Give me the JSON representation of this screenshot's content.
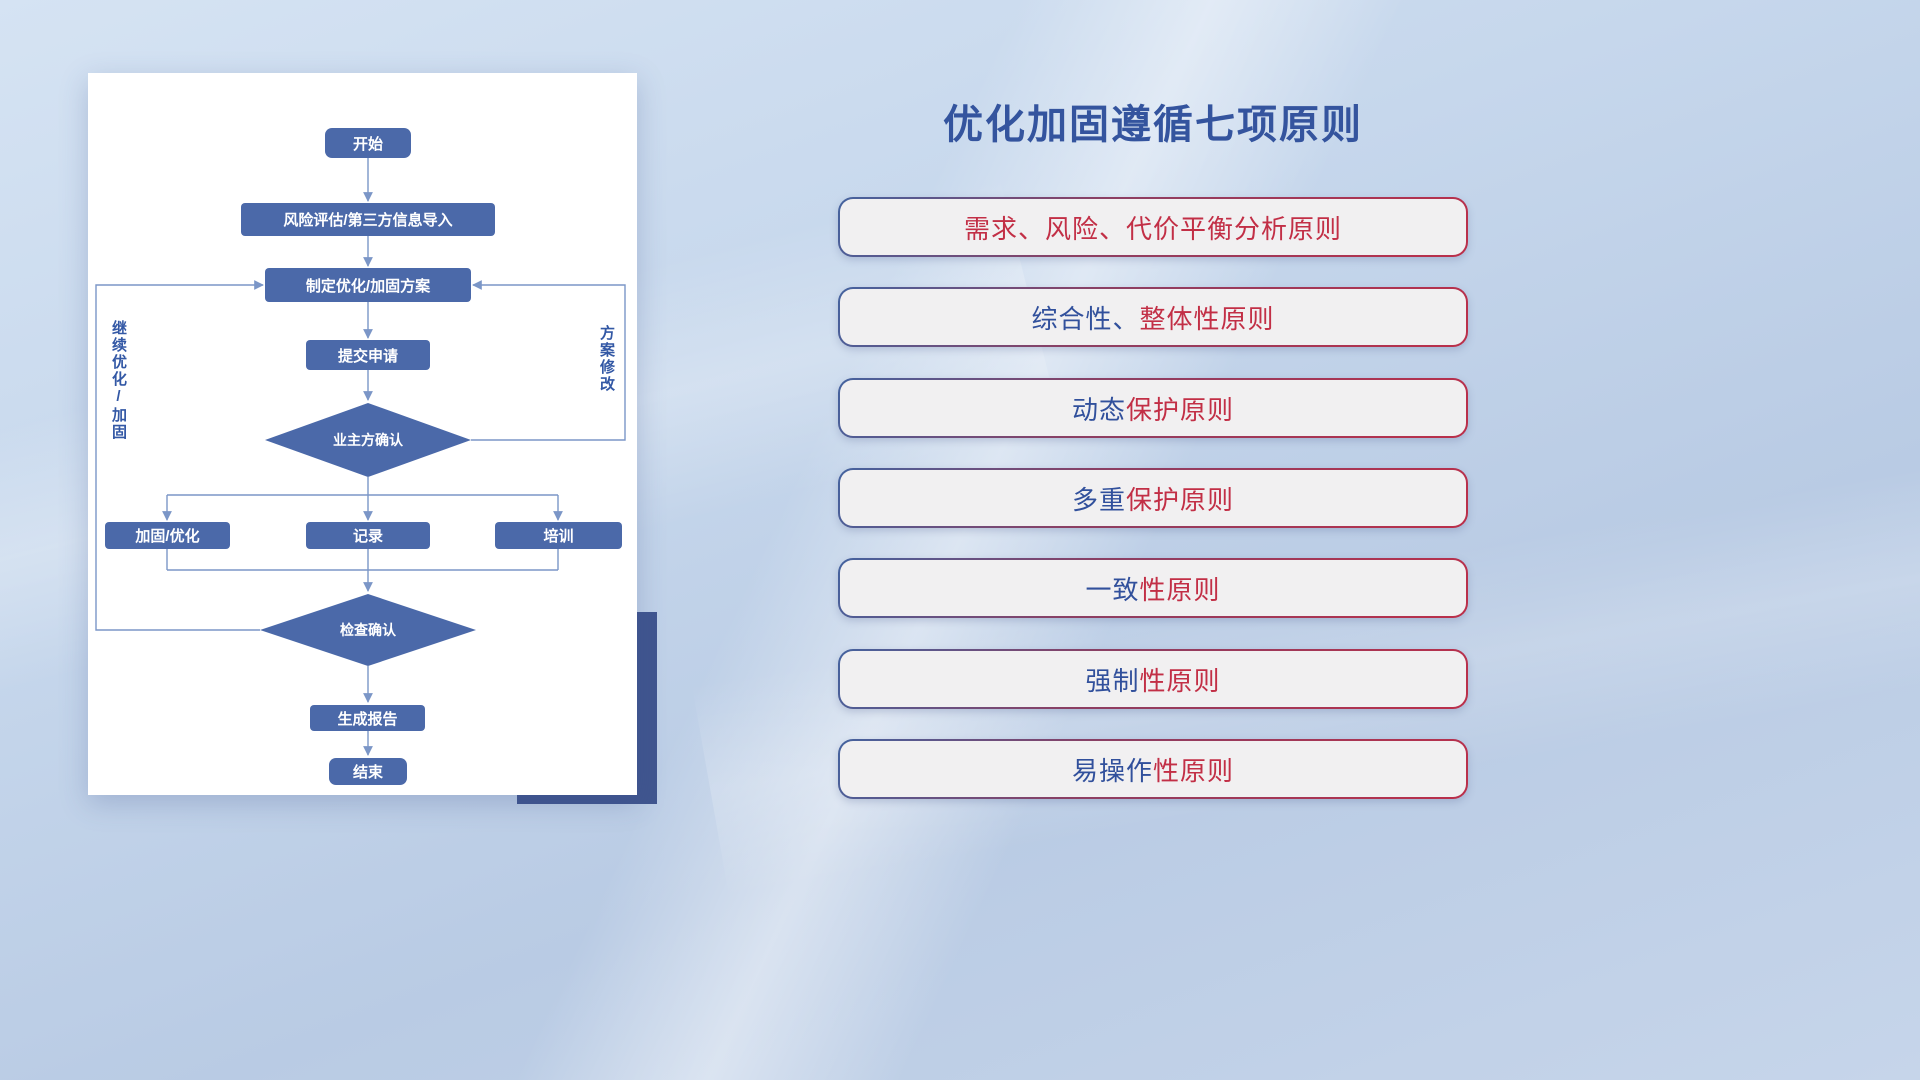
{
  "page_title": "优化加固遵循七项原则",
  "flowchart": {
    "nodes": {
      "start": "开始",
      "risk_import": "风险评估/第三方信息导入",
      "make_plan": "制定优化/加固方案",
      "submit": "提交申请",
      "owner_confirm": "业主方确认",
      "reinforce": "加固/优化",
      "record": "记录",
      "training": "培训",
      "check_confirm": "检查确认",
      "report": "生成报告",
      "end": "结束"
    },
    "edge_labels": {
      "continue_optimize": "继续优化/加固",
      "plan_revise": "方案修改"
    }
  },
  "principles": [
    {
      "segments": [
        {
          "text": "需求、风险、代价平衡分析原则",
          "color": "#c22f46"
        }
      ]
    },
    {
      "segments": [
        {
          "text": "综合性、",
          "color": "#31509c"
        },
        {
          "text": "整体性原则",
          "color": "#c22f46"
        }
      ]
    },
    {
      "segments": [
        {
          "text": "动态",
          "color": "#31509c"
        },
        {
          "text": "保护原则",
          "color": "#c22f46"
        }
      ]
    },
    {
      "segments": [
        {
          "text": "多重",
          "color": "#31509c"
        },
        {
          "text": "保护原则",
          "color": "#c22f46"
        }
      ]
    },
    {
      "segments": [
        {
          "text": "一致",
          "color": "#31509c"
        },
        {
          "text": "性原则",
          "color": "#c22f46"
        }
      ]
    },
    {
      "segments": [
        {
          "text": "强制",
          "color": "#31509c"
        },
        {
          "text": "性原则",
          "color": "#c22f46"
        }
      ]
    },
    {
      "segments": [
        {
          "text": "易操作",
          "color": "#31509c"
        },
        {
          "text": "性原则",
          "color": "#c22f46"
        }
      ]
    }
  ],
  "colors": {
    "title_blue": "#34549e",
    "accent_blue": "#31509c",
    "accent_red": "#c22f46",
    "node_fill": "#4b69a9",
    "connector_line": "#7b96c7",
    "card_shadow_block": "#40568f",
    "principle_bg": "#f1f0f1"
  }
}
